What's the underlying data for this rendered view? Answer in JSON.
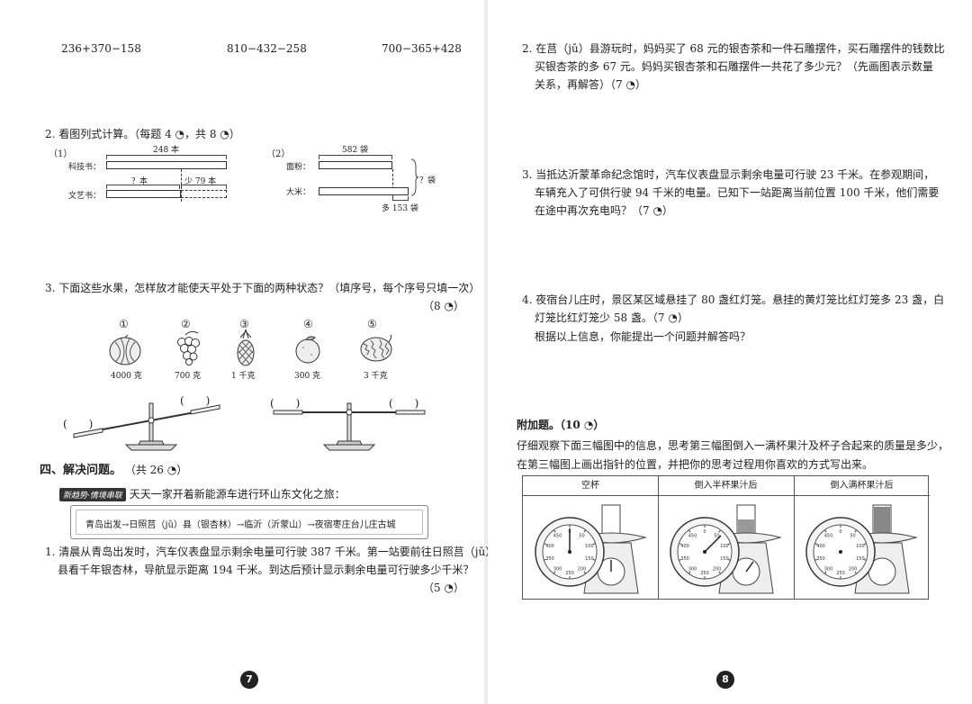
{
  "left": {
    "exprs": [
      "236+370−158",
      "810−432−258",
      "700−365+428"
    ],
    "q2": {
      "title": "2. 看图列式计算。（每题 4 ◔，共 8 ◔）",
      "sub1": {
        "num": "（1）",
        "top_label": "248 本",
        "row1": "科技书：",
        "row2": "文艺书：",
        "q_label": "？本",
        "less_label": "少 79 本"
      },
      "sub2": {
        "num": "（2）",
        "top_label": "582 袋",
        "row1": "面粉：",
        "row2": "大米：",
        "q_label": "？袋",
        "more_label": "多 153 袋"
      }
    },
    "q3": {
      "title": "3. 下面这些水果，怎样放才能使天平处于下面的两种状态？（填序号，每个序号只填一次）",
      "points": "（8 ◔）",
      "fruits": [
        {
          "num": "①",
          "weight": "4000 克",
          "icon": "watermelon-icon"
        },
        {
          "num": "②",
          "weight": "700 克",
          "icon": "grapes-icon"
        },
        {
          "num": "③",
          "weight": "1 千克",
          "icon": "pineapple-icon"
        },
        {
          "num": "④",
          "weight": "300 克",
          "icon": "orange-icon"
        },
        {
          "num": "⑤",
          "weight": "3 千克",
          "icon": "durian-icon"
        }
      ],
      "blank": "(　　)"
    },
    "section4": {
      "title": "四、解决问题。",
      "points": "（共 26 ◔）",
      "tag": "新趋势·情境串联",
      "intro": "天天一家开着新能源车进行环山东文化之旅：",
      "route": "青岛出发→日照莒（jǔ）县（银杏林）→临沂（沂蒙山）→夜宿枣庄台儿庄古城"
    },
    "q1": {
      "line1": "1. 清晨从青岛出发时，汽车仪表盘显示剩余电量可行驶 387 千米。第一站要前往日照莒（jǔ）",
      "line2": "县看千年银杏林，导航显示距离 194 千米。到达后预计显示剩余电量可行驶多少千米？",
      "points": "（5 ◔）"
    },
    "page_number": "7"
  },
  "right": {
    "q2": {
      "line1": "2. 在莒（jǔ）县游玩时，妈妈买了 68 元的银杏茶和一件石雕摆件，买石雕摆件的钱数比",
      "line2": "买银杏茶的多 67 元。妈妈买银杏茶和石雕摆件一共花了多少元？（先画图表示数量",
      "line3": "关系，再解答）（7 ◔）"
    },
    "q3": {
      "line1": "3. 当抵达沂蒙革命纪念馆时，汽车仪表盘显示剩余电量可行驶 23 千米。在参观期间，",
      "line2": "车辆充入了可供行驶 94 千米的电量。已知下一站距离当前位置 100 千米，他们需要",
      "line3": "在途中再次充电吗？（7 ◔）"
    },
    "q4": {
      "line1": "4. 夜宿台儿庄时，景区某区域悬挂了 80 盏红灯笼。悬挂的黄灯笼比红灯笼多 23 盏，白",
      "line2": "灯笼比红灯笼少 58 盏。（7 ◔）",
      "line3": "根据以上信息，你能提出一个问题并解答吗？"
    },
    "bonus": {
      "title": "附加题。（10 ◔）",
      "line1": "仔细观察下面三幅图中的信息，思考第三幅图倒入一满杯果汁及杯子合起来的质量是多少，",
      "line2": "在第三幅图上画出指针的位置，并把你的思考过程用你喜欢的方式写出来。",
      "headers": [
        "空杯",
        "倒入半杯果汁后",
        "倒入满杯果汁后"
      ],
      "dial_ticks": [
        "0",
        "50",
        "100",
        "150",
        "200",
        "250",
        "300",
        "350",
        "400",
        "450"
      ]
    },
    "page_number": "8"
  }
}
